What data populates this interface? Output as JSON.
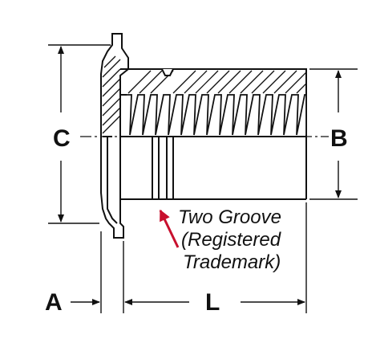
{
  "dimensions": {
    "c": "C",
    "b": "B",
    "a": "A",
    "l": "L"
  },
  "callout": {
    "line1": "Two Groove",
    "line2": "(Registered",
    "line3": "Trademark)"
  },
  "colors": {
    "ink": "#111111",
    "callout_arrow": "#c8102e",
    "background": "#ffffff"
  }
}
